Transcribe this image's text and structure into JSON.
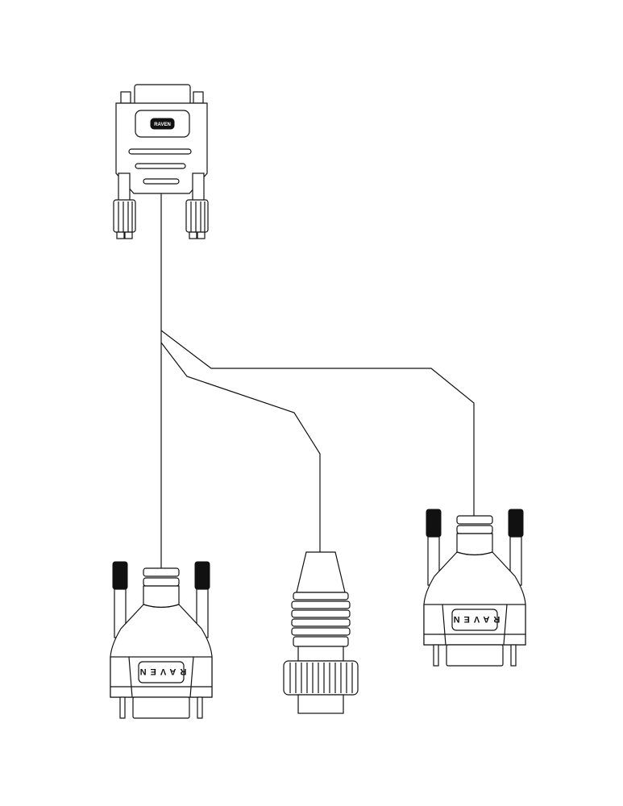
{
  "diagram": {
    "title_connector_logo": "RAVEN",
    "connectors": [
      {
        "id": "top-dsub",
        "type": "D-sub female",
        "label": "RAVEN"
      },
      {
        "id": "bottom-left-dsub",
        "type": "D-sub male",
        "label": "RAVEN"
      },
      {
        "id": "bottom-middle-circular",
        "type": "circular connector",
        "label": ""
      },
      {
        "id": "bottom-right-dsub",
        "type": "D-sub male",
        "label": "RAVEN"
      }
    ],
    "colors": {
      "line": "#111111",
      "background": "#ffffff"
    }
  }
}
